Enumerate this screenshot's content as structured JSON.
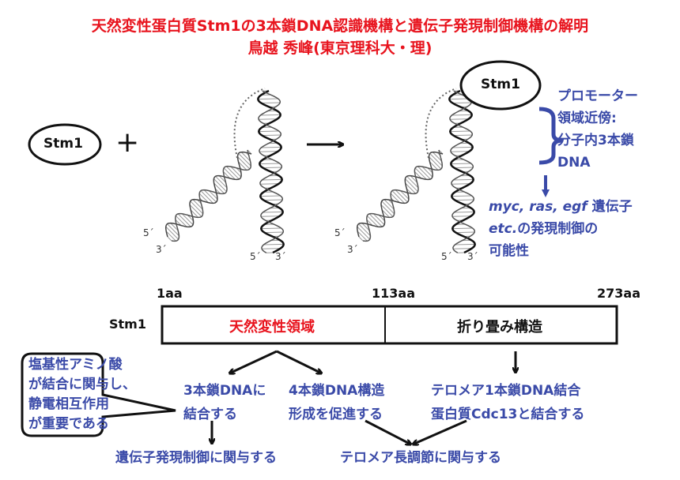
{
  "title": {
    "line1": "天然変性蛋白質Stm1の3本鎖DNA認識機構と遺伝子発現制御機構の解明",
    "line2": "鳥越 秀峰(東京理科大・理)"
  },
  "top_diagram": {
    "protein_label_left": "Stm1",
    "plus": "+",
    "arrow": "→",
    "protein_label_right": "Stm1",
    "strand_labels": [
      "5´",
      "3´",
      "5´",
      "3´"
    ],
    "promoter_note": [
      "プロモーター",
      "領域近傍:",
      "分子内3本鎖",
      "DNA"
    ],
    "result_note": {
      "line1_italic": "myc, ras, egf",
      "line1_rest": " 遺伝子",
      "line2_italic": "etc.",
      "line2_rest": "の発現制御の",
      "line3": "可能性"
    }
  },
  "domain_map": {
    "protein": "Stm1",
    "positions": [
      "1aa",
      "113aa",
      "273aa"
    ],
    "regions": [
      {
        "label": "天然変性領域",
        "color": "#e8141e"
      },
      {
        "label": "折り畳み構造",
        "color": "#111111"
      }
    ]
  },
  "callout": [
    "塩基性アミノ酸",
    "が結合に関与し、",
    "静電相互作用",
    "が重要である"
  ],
  "functions": {
    "f1": [
      "3本鎖DNAに",
      "結合する"
    ],
    "f2": [
      "4本鎖DNA構造",
      "形成を促進する"
    ],
    "f3": [
      "テロメア1本鎖DNA結合",
      "蛋白質Cdc13と結合する"
    ],
    "outcome1": "遺伝子発現制御に関与する",
    "outcome2": "テロメア長調節に関与する"
  },
  "colors": {
    "red": "#e8141e",
    "blue": "#3a4aa8"
  }
}
